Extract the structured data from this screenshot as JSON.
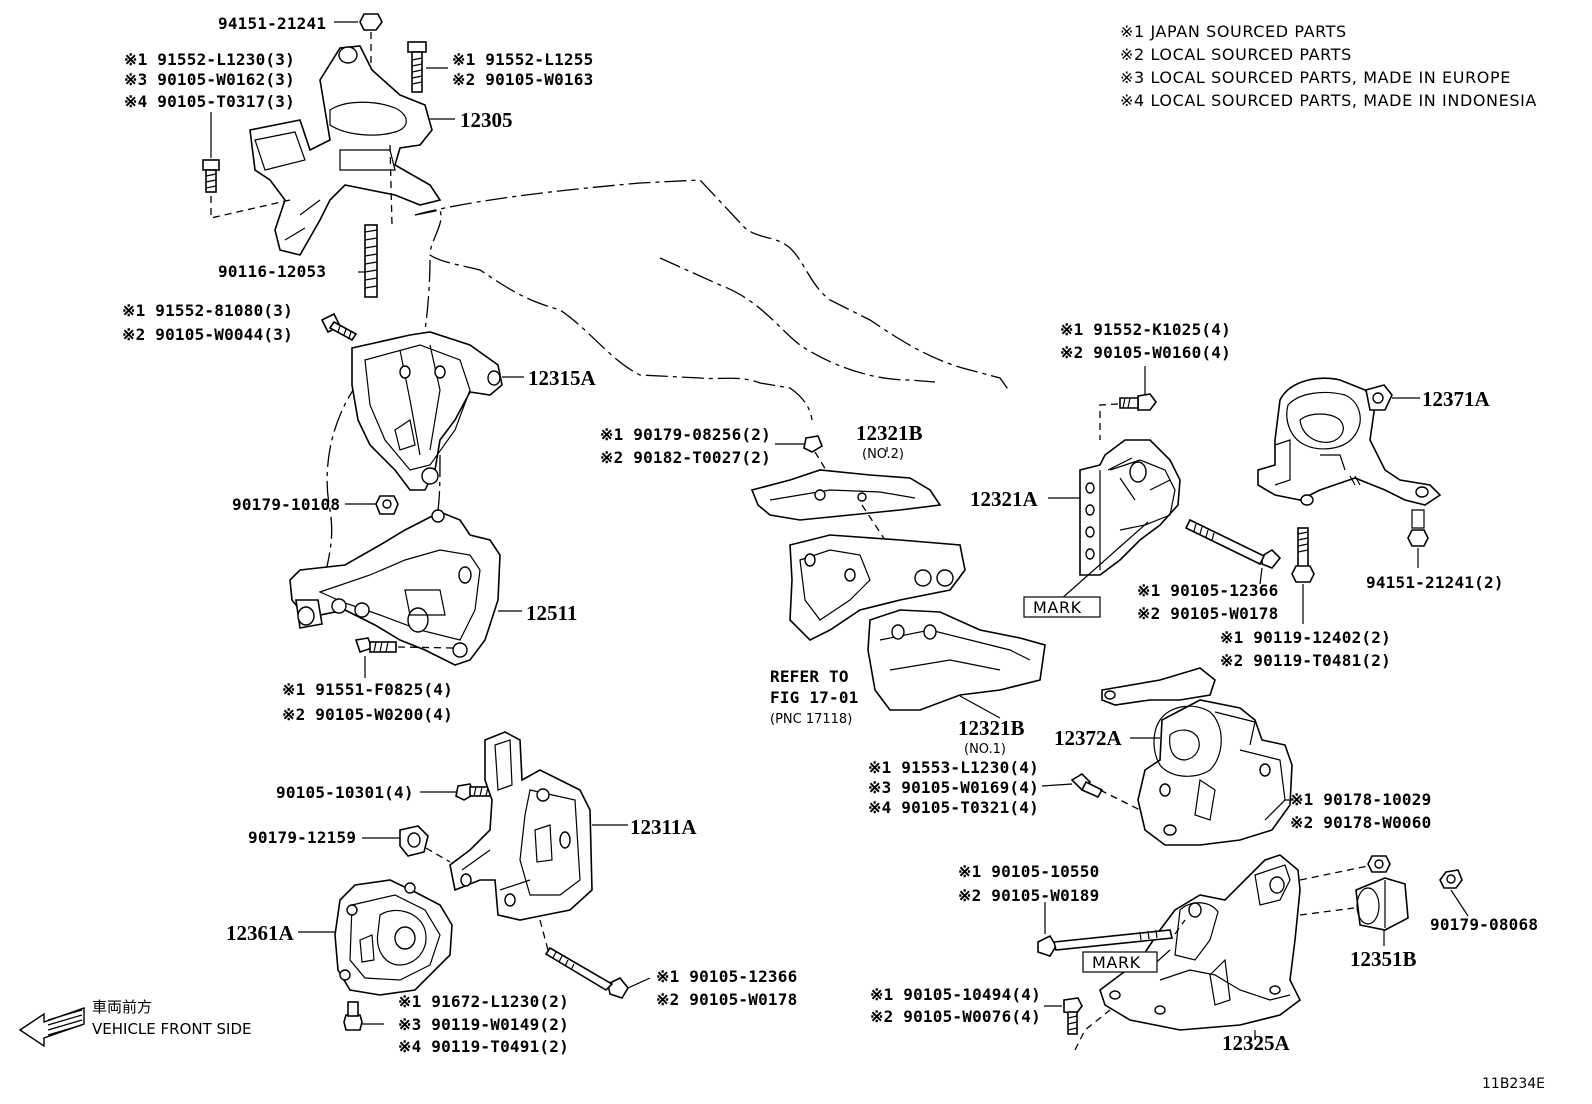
{
  "notes": {
    "n1": "※1 JAPAN SOURCED PARTS",
    "n2": "※2 LOCAL SOURCED PARTS",
    "n3": "※3 LOCAL SOURCED PARTS, MADE IN EUROPE",
    "n4": "※4 LOCAL SOURCED PARTS, MADE IN INDONESIA"
  },
  "labels": {
    "l94151_21241": "94151-21241",
    "l12305_a1": "※1 91552-L1230(3)",
    "l12305_a3": "※3 90105-W0162(3)",
    "l12305_a4": "※4 90105-T0317(3)",
    "l12305_b1": "※1 91552-L1255",
    "l12305_b2": "※2 90105-W0163",
    "p12305": "12305",
    "l90116": "90116-12053",
    "l81080_1": "※1 91552-81080(3)",
    "l81080_2": "※2 90105-W0044(3)",
    "p12315A": "12315A",
    "l90179_10108": "90179-10108",
    "p12511": "12511",
    "lF0825_1": "※1 91551-F0825(4)",
    "lF0825_2": "※2 90105-W0200(4)",
    "l08256_1": "※1 90179-08256(2)",
    "l08256_2": "※2 90182-T0027(2)",
    "p12321B_top": "12321B",
    "no2": "(NO.2)",
    "refer1": "REFER TO",
    "refer2": "FIG 17-01",
    "refer3": "(PNC 17118)",
    "p12321B_bot": "12321B",
    "no1": "(NO.1)",
    "lL1230_1": "※1 91553-L1230(4)",
    "lL1230_3": "※3 90105-W0169(4)",
    "lL1230_4": "※4 90105-T0321(4)",
    "lK1025_1": "※1 91552-K1025(4)",
    "lK1025_2": "※2 90105-W0160(4)",
    "p12321A": "12321A",
    "mark1": "MARK",
    "l12366a_1": "※1 90105-12366",
    "l12366a_2": "※2 90105-W0178",
    "p12371A": "12371A",
    "l94151_2": "94151-21241(2)",
    "l12402_1": "※1 90119-12402(2)",
    "l12402_2": "※2 90119-T0481(2)",
    "p12372A": "12372A",
    "l10029_1": "※1 90178-10029",
    "l10029_2": "※2 90178-W0060",
    "l10301": "90105-10301(4)",
    "l12159": "90179-12159",
    "p12311A": "12311A",
    "p12361A": "12361A",
    "l12366b_1": "※1 90105-12366",
    "l12366b_2": "※2 90105-W0178",
    "lL1230b_1": "※1 91672-L1230(2)",
    "lL1230b_3": "※3 90119-W0149(2)",
    "lL1230b_4": "※4 90119-T0491(2)",
    "l10550_1": "※1 90105-10550",
    "l10550_2": "※2 90105-W0189",
    "mark2": "MARK",
    "l10494_1": "※1 90105-10494(4)",
    "l10494_2": "※2 90105-W0076(4)",
    "p12325A": "12325A",
    "p12351B": "12351B",
    "l08068": "90179-08068",
    "front_jp": "車両前方",
    "front_en": "VEHICLE FRONT SIDE",
    "fig_code": "11B234E"
  }
}
